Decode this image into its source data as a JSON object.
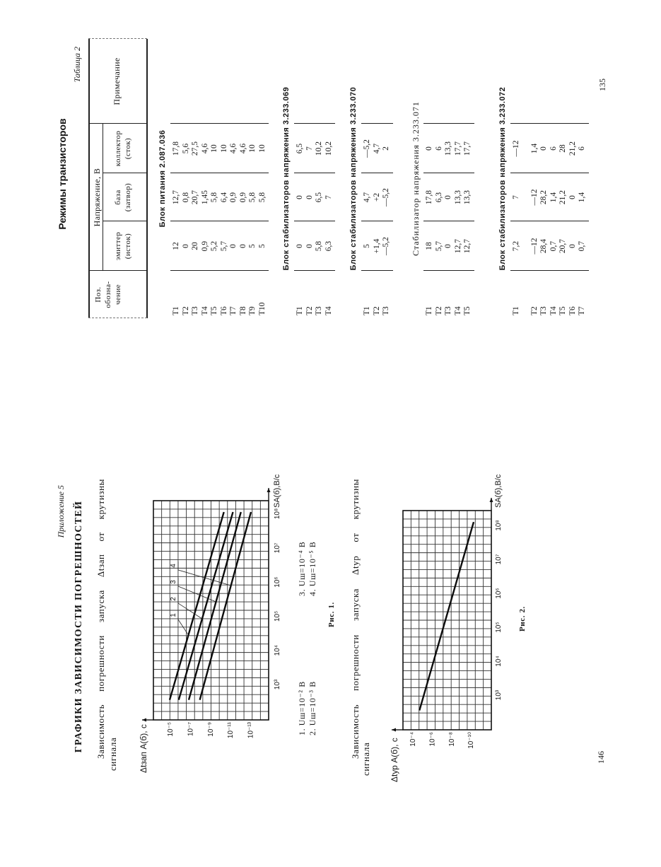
{
  "table_page": {
    "page_number": "135",
    "table_label": "Таблица 2",
    "title": "Режимы транзисторов",
    "headers": {
      "position": [
        "Поз.",
        "обозна-",
        "чение"
      ],
      "voltage_group": "Напряжение,  В",
      "emitter": [
        "эмиттер",
        "(исток)"
      ],
      "base": [
        "база",
        "(затвор)"
      ],
      "collector": [
        "коллектор",
        "(сток)"
      ],
      "note": "Примечание"
    },
    "blocks": [
      {
        "title": "Блок питания 2.087.036",
        "rows": [
          [
            "Т1",
            "12",
            "12,7",
            "17,8"
          ],
          [
            "Т2",
            "0",
            "0,8",
            "5,6"
          ],
          [
            "Т3",
            "20",
            "20,7",
            "27,5"
          ],
          [
            "Т4",
            "0,9",
            "1,45",
            "4,6"
          ],
          [
            "Т5",
            "5,2",
            "5,8",
            "10"
          ],
          [
            "Т6",
            "5,7",
            "6,4",
            "10"
          ],
          [
            "Т7",
            "0",
            "0,9",
            "4,6"
          ],
          [
            "Т8",
            "0",
            "0,9",
            "4,6"
          ],
          [
            "Т9",
            "5",
            "5,8",
            "10"
          ],
          [
            "Т10",
            "5",
            "5,8",
            "10"
          ]
        ]
      },
      {
        "title": "Блок стабилизаторов напряжения 3.233.069",
        "rows": [
          [
            "Т1",
            "0",
            "0",
            "6,5"
          ],
          [
            "Т2",
            "0",
            "0",
            "7"
          ],
          [
            "Т3",
            "5,8",
            "6,5",
            "10,2"
          ],
          [
            "Т4",
            "6,3",
            "7",
            "10,2"
          ]
        ]
      },
      {
        "title": "Блок стабилизаторов напряжения 3.233.070",
        "rows": [
          [
            "Т1",
            "5",
            "4,7",
            "—5,2"
          ],
          [
            "Т2",
            "+1,4",
            "+2",
            "4,7"
          ],
          [
            "Т3",
            "—5,2",
            "—5,2",
            "2"
          ]
        ]
      },
      {
        "title": "Стабилизатор напряжения 3.233.071",
        "rows": [
          [
            "Т1",
            "18",
            "17,8",
            "0"
          ],
          [
            "Т2",
            "5,7",
            "6,3",
            "6"
          ],
          [
            "Т3",
            "0",
            "0",
            "13,3"
          ],
          [
            "Т4",
            "12,7",
            "13,3",
            "17,7"
          ],
          [
            "Т5",
            "12,7",
            "13,3",
            "17,7"
          ]
        ]
      },
      {
        "title": "Блок стабилизаторов напряжения 3.233.072",
        "rows": [
          [
            "Т1",
            "7,2",
            "7",
            "—12"
          ],
          [
            "Т2",
            "—12",
            "—12",
            "1,4"
          ],
          [
            "Т3",
            "28,4",
            "28,2",
            "0"
          ],
          [
            "Т4",
            "0,7",
            "1,4",
            "6"
          ],
          [
            "Т5",
            "20,7",
            "21,2",
            "28"
          ],
          [
            "Т6",
            "0",
            "0",
            "21,2"
          ],
          [
            "Т7",
            "0,7",
            "1,4",
            "6"
          ]
        ]
      }
    ]
  },
  "graph_page": {
    "page_number": "146",
    "appendix_label": "Приложение 5",
    "title": "ГРАФИКИ ЗАВИСИМОСТИ ПОГРЕШНОСТЕЙ",
    "fig1_text": {
      "line1": "Зависимость погрешности запуска Δtзап от крутизны",
      "line2": "сигнала"
    },
    "fig1_legend": [
      "1. Uш=10⁻² В",
      "2. Uш=10⁻³ В",
      "3. Uш=10⁻⁴ В",
      "4. Uш=10⁻⁵ В"
    ],
    "fig1_caption": "Рис. 1.",
    "fig2_text": {
      "line1": "Зависимость погрешности запуска Δtур от крутизны",
      "line2": "сигнала"
    },
    "fig2_caption": "Рис. 2."
  },
  "chart_data": [
    {
      "type": "line",
      "title": "Рис. 1.",
      "xlabel": "SA(б),В/с",
      "ylabel": "Δtзап A(б), с",
      "x_scale": "log",
      "y_scale": "log",
      "x_ticks_log10": [
        3,
        4,
        5,
        6,
        7,
        8
      ],
      "x_tick_labels": [
        "10³",
        "10⁴",
        "10⁵",
        "10⁶",
        "10⁷",
        "10⁸"
      ],
      "y_ticks_log10": [
        -5,
        -7,
        -9,
        -11,
        -13
      ],
      "y_tick_labels": [
        "10⁻⁵",
        "10⁻⁷",
        "10⁻⁹",
        "10⁻¹¹",
        "10⁻¹³"
      ],
      "grid": true,
      "series": [
        {
          "name": "1",
          "x_log10": [
            2.55,
            8.05
          ],
          "y_log10": [
            -5.0,
            -10.4
          ]
        },
        {
          "name": "2",
          "x_log10": [
            2.55,
            8.05
          ],
          "y_log10": [
            -5.9,
            -11.3
          ]
        },
        {
          "name": "3",
          "x_log10": [
            2.55,
            8.05
          ],
          "y_log10": [
            -6.9,
            -12.1
          ]
        },
        {
          "name": "4",
          "x_log10": [
            2.55,
            8.05
          ],
          "y_log10": [
            -8.0,
            -13.1
          ]
        }
      ]
    },
    {
      "type": "line",
      "title": "Рис. 2.",
      "xlabel": "SA(б),В/с",
      "ylabel": "Δtур A(б), с",
      "x_scale": "log",
      "y_scale": "log",
      "x_ticks_log10": [
        3,
        4,
        5,
        6,
        7,
        8
      ],
      "x_tick_labels": [
        "10³",
        "10⁴",
        "10⁵",
        "10⁶",
        "10⁷",
        "10⁸"
      ],
      "y_ticks_log10": [
        -4,
        -6,
        -8,
        -10
      ],
      "y_tick_labels": [
        "10⁻⁴",
        "10⁻⁶",
        "10⁻⁸",
        "10⁻¹⁰"
      ],
      "grid": true,
      "series": [
        {
          "name": "Δtур",
          "x_log10": [
            2.55,
            8.1
          ],
          "y_log10": [
            -4.75,
            -10.35
          ]
        }
      ]
    }
  ]
}
